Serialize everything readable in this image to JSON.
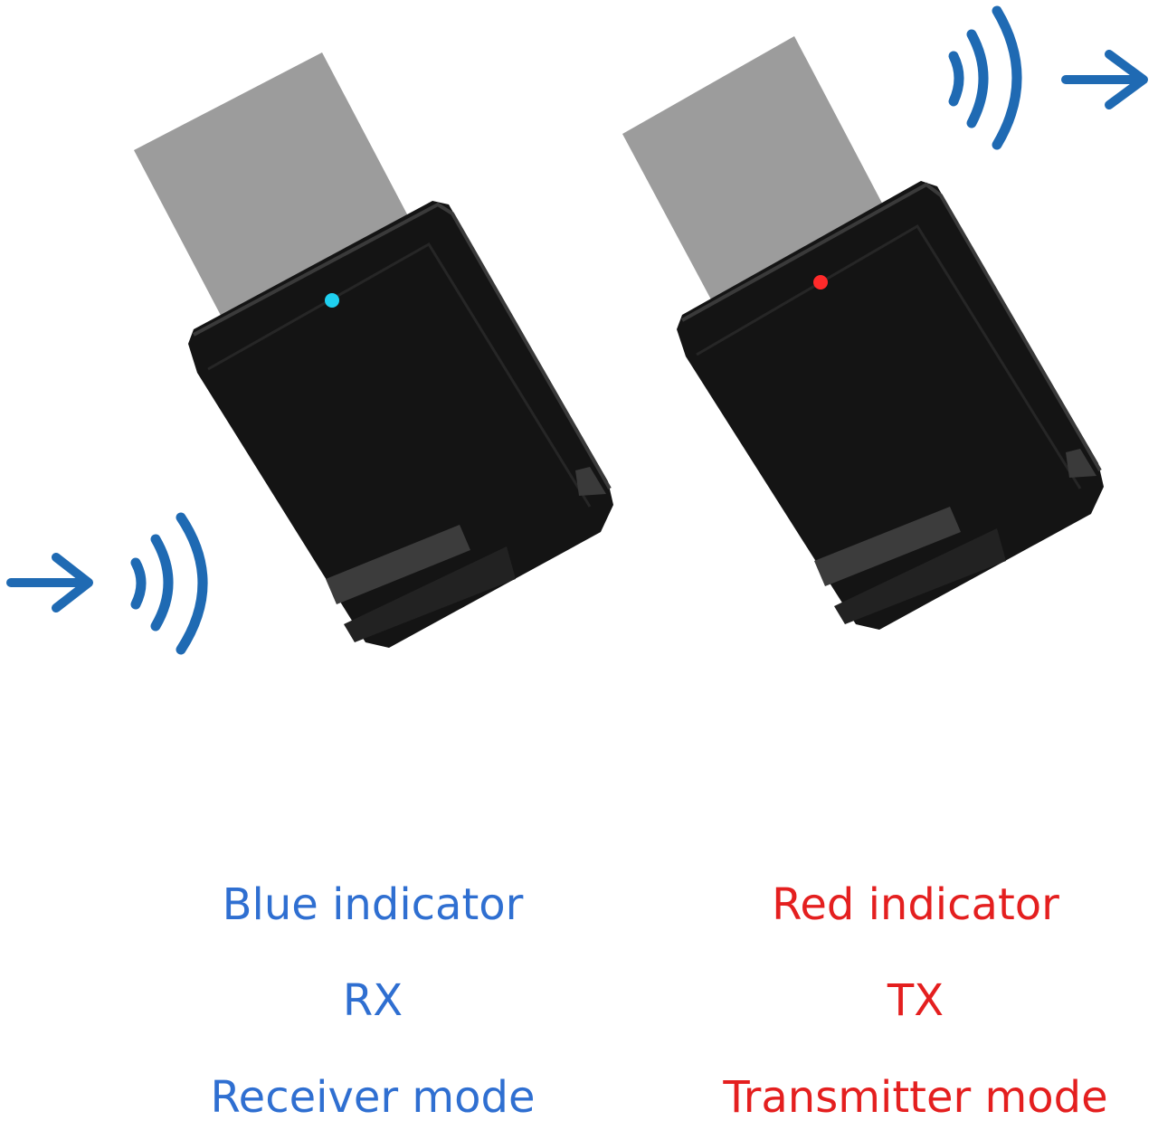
{
  "colors": {
    "receiver_accent": "#2f6fd1",
    "transmitter_accent": "#e41f1f",
    "wave_blue": "#1f6ab3",
    "device_body": "#141414",
    "usb_plug": "#9c9c9c",
    "rx_led": "#1fd0f0",
    "tx_led": "#ff2a2a"
  },
  "icons": {
    "incoming_arrow": "arrow-right-icon",
    "incoming_signal": "signal-waves-icon",
    "outgoing_signal": "signal-waves-icon",
    "outgoing_arrow": "arrow-right-icon"
  },
  "receiver": {
    "indicator": "Blue indicator",
    "code": "RX",
    "mode": "Receiver mode"
  },
  "transmitter": {
    "indicator": "Red indicator",
    "code": "TX",
    "mode": "Transmitter mode"
  }
}
